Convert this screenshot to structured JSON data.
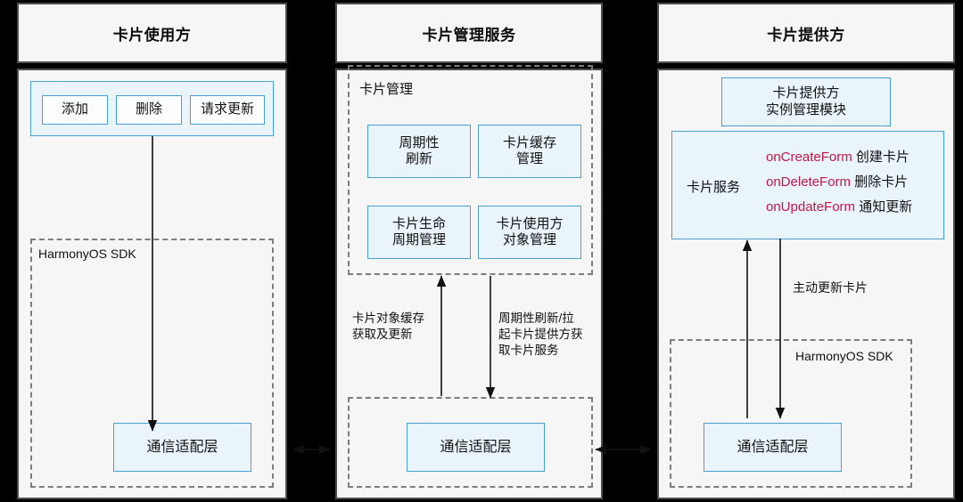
{
  "diagram": {
    "title_hidden": "",
    "colors": {
      "background": "#000000",
      "panel": "#f6f6f6",
      "panel_border": "#4d4d4d",
      "box_fill": "#eaf4fb",
      "box_border": "#4a9fd4",
      "dashed_border": "#7d7d7d",
      "api_red": "#c2194a",
      "arrow": "#111111"
    }
  },
  "columns": [
    {
      "id": "card-user",
      "header": "卡片使用方",
      "action_group": {
        "name": "action-group",
        "buttons": [
          "添加",
          "删除",
          "请求更新"
        ]
      },
      "sdk_group": {
        "label": "HarmonyOS SDK",
        "boxes": [
          "通信适配层"
        ]
      }
    },
    {
      "id": "card-management-service",
      "header": "卡片管理服务",
      "management_group": {
        "label": "卡片管理",
        "modules": [
          "周期性\n刷新",
          "卡片缓存\n管理",
          "卡片生命\n周期管理",
          "卡片使用方\n对象管理"
        ]
      },
      "flow_labels": [
        {
          "text": "卡片对象缓存\n获取及更新",
          "direction": "up"
        },
        {
          "text": "周期性刷新/拉\n起卡片提供方获\n取卡片服务",
          "direction": "down"
        }
      ],
      "sdk_group": {
        "label": "",
        "boxes": [
          "通信适配层"
        ]
      }
    },
    {
      "id": "card-provider",
      "header": "卡片提供方",
      "instance_module": "卡片提供方\n实例管理模块",
      "service": {
        "label": "卡片服务",
        "apis": [
          {
            "name": "onCreateForm",
            "desc": "创建卡片"
          },
          {
            "name": "onDeleteForm",
            "desc": "删除卡片"
          },
          {
            "name": "onUpdateForm",
            "desc": "通知更新"
          }
        ]
      },
      "flow_labels": [
        {
          "text": "主动更新卡片",
          "direction": "down"
        }
      ],
      "sdk_group": {
        "label": "HarmonyOS SDK",
        "boxes": [
          "通信适配层"
        ]
      }
    }
  ],
  "cross_links": [
    {
      "id": "link-user-to-service",
      "style": "bidirectional"
    },
    {
      "id": "link-service-to-provider",
      "style": "bidirectional"
    }
  ]
}
